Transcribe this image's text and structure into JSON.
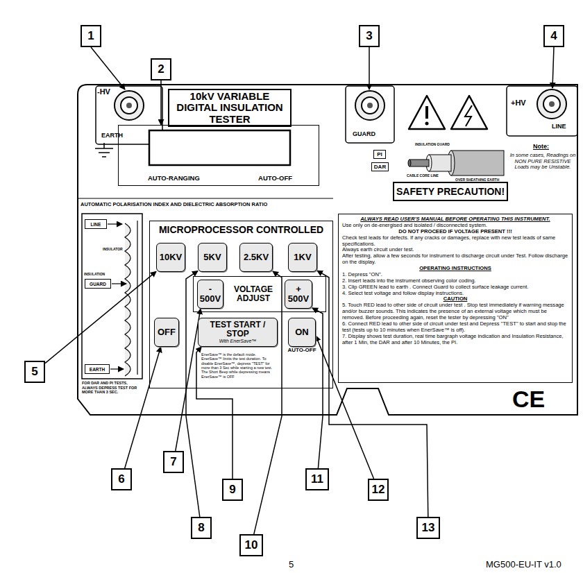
{
  "diagram": {
    "nodes": [
      {
        "text": [
          "1"
        ]
      },
      {
        "text": [
          "2"
        ]
      },
      {
        "text": [
          "3"
        ]
      },
      {
        "text": [
          "4"
        ]
      },
      {
        "text": [
          "10kV VARIABLE DIGITAL INSULATION TESTER"
        ]
      },
      {
        "text": [
          "AUTO-RANGING",
          "AUTO-OFF"
        ]
      },
      {
        "text": [
          "PI"
        ]
      },
      {
        "text": [
          "DAR"
        ]
      },
      {
        "text": [
          "SAFETY PRECAUTION!"
        ]
      },
      {
        "text": [
          "LINE"
        ]
      },
      {
        "text": [
          "GUARD"
        ]
      },
      {
        "text": [
          "EARTH"
        ]
      },
      {
        "text": [
          "MICROPROCESSOR CONTROLLED"
        ]
      },
      {
        "text": [
          "10KV"
        ],
        "in": 12
      },
      {
        "text": [
          "5KV"
        ],
        "in": 12
      },
      {
        "text": [
          "2.5KV"
        ],
        "in": 12
      },
      {
        "text": [
          "1KV"
        ],
        "in": 12
      },
      {
        "text": [
          "VOLTAGE ADJUST"
        ],
        "in": 12
      },
      {
        "text": [
          "- 500V"
        ],
        "in": 17
      },
      {
        "text": [
          "+ 500V"
        ],
        "in": 17
      },
      {
        "text": [
          "OFF"
        ],
        "in": 12
      },
      {
        "text": [
          "TEST START / STOP",
          "With EnerSave™"
        ],
        "in": 12
      },
      {
        "text": [
          "ON",
          "AUTO-OFF"
        ],
        "in": 12
      },
      {
        "text": [
          "ALWAYS READ USER'S MANUAL BEFORE OPERATING THIS INSTRUMENT.",
          "Use only on de-energised and isolated / disconnected system.",
          "DO NOT PROCEED IF VOLTAGE PRESENT !!!",
          "Check test leads for defects. If any cracks or damages, replace with new test leads of same specifications.",
          "Always earth circuit under test.",
          "After testing, allow a few seconds for instrument to discharge circuit under Test. Follow discharge on the display.",
          "OPERATING INSTRUCTIONS",
          "1. Depress \"ON\".",
          "2. Insert leads into the instrument observing color coding.",
          "3. Clip GREEN lead to earth . Connect Guard to collect surface leakage current.",
          "4. Select test voltage and follow display instructions.",
          "CAUTION",
          "5. Touch RED lead to other side of circuit under test . Stop test immediately if warning message and/or buzzer sounds. This indicates the presence of an external voltage which must be removed. Before proceeding again, reset the tester by depressing \"ON\"",
          "6. Connect RED lead to other side of circuit under test and Depress \"TEST\" to start and stop the test (tests up to 10 minutes when EnerSave™ is off).",
          "7. Display shows test duration, real time bargraph voltage indication and Insulation Resistance, after 1 Min, the DAR and after 10 Minutes, the PI."
        ]
      },
      {
        "text": [
          "5"
        ]
      },
      {
        "text": [
          "6"
        ]
      },
      {
        "text": [
          "7"
        ]
      },
      {
        "text": [
          "8"
        ]
      },
      {
        "text": [
          "9"
        ]
      },
      {
        "text": [
          "10"
        ]
      },
      {
        "text": [
          "11"
        ]
      },
      {
        "text": [
          "12"
        ]
      },
      {
        "text": [
          "13"
        ]
      }
    ],
    "edges": [
      {
        "from": 1,
        "to": 5,
        "arrow": "to"
      },
      {
        "from": 24,
        "to": 13,
        "arrow": "to"
      },
      {
        "from": 25,
        "to": 20,
        "arrow": "to"
      },
      {
        "from": 26,
        "to": 18,
        "arrow": "to"
      },
      {
        "from": 27,
        "to": 14,
        "arrow": "to"
      },
      {
        "from": 28,
        "to": 21,
        "arrow": "to"
      },
      {
        "from": 29,
        "to": 15,
        "arrow": "to"
      },
      {
        "from": 30,
        "to": 19,
        "arrow": "to"
      },
      {
        "from": 31,
        "to": 22,
        "arrow": "to"
      },
      {
        "from": 32,
        "to": 16,
        "arrow": "to"
      }
    ],
    "labels": [
      "-HV",
      "EARTH",
      "GUARD",
      "+HV",
      "LINE",
      "AUTOMATIC POLARISATION INDEX AND DIELECTRIC ABSORPTION RATIO",
      "INSULATION GUARD",
      "CABLE CORE LINE",
      "OVER SHEATHING EARTH",
      "Note:",
      "In some cases, Readings on NON PURE RESISTIVE Loads may be Unstable.",
      "INSULATOR",
      "INSULATION",
      "FOR DAR AND PI TESTS, ALWAYS DEPRESS TEST FOR MORE THAN 3 SEC.",
      "EnerSave™ is the default mode. EnerSave™ limits the test duration. To disable EnerSave™, depress \"TEST\" for more than 3 Sec while starting a new test. The Short Beep while depressing means EnerSave™ is OFF",
      "CE",
      "5",
      "MG500-EU-IT v1.0"
    ]
  }
}
